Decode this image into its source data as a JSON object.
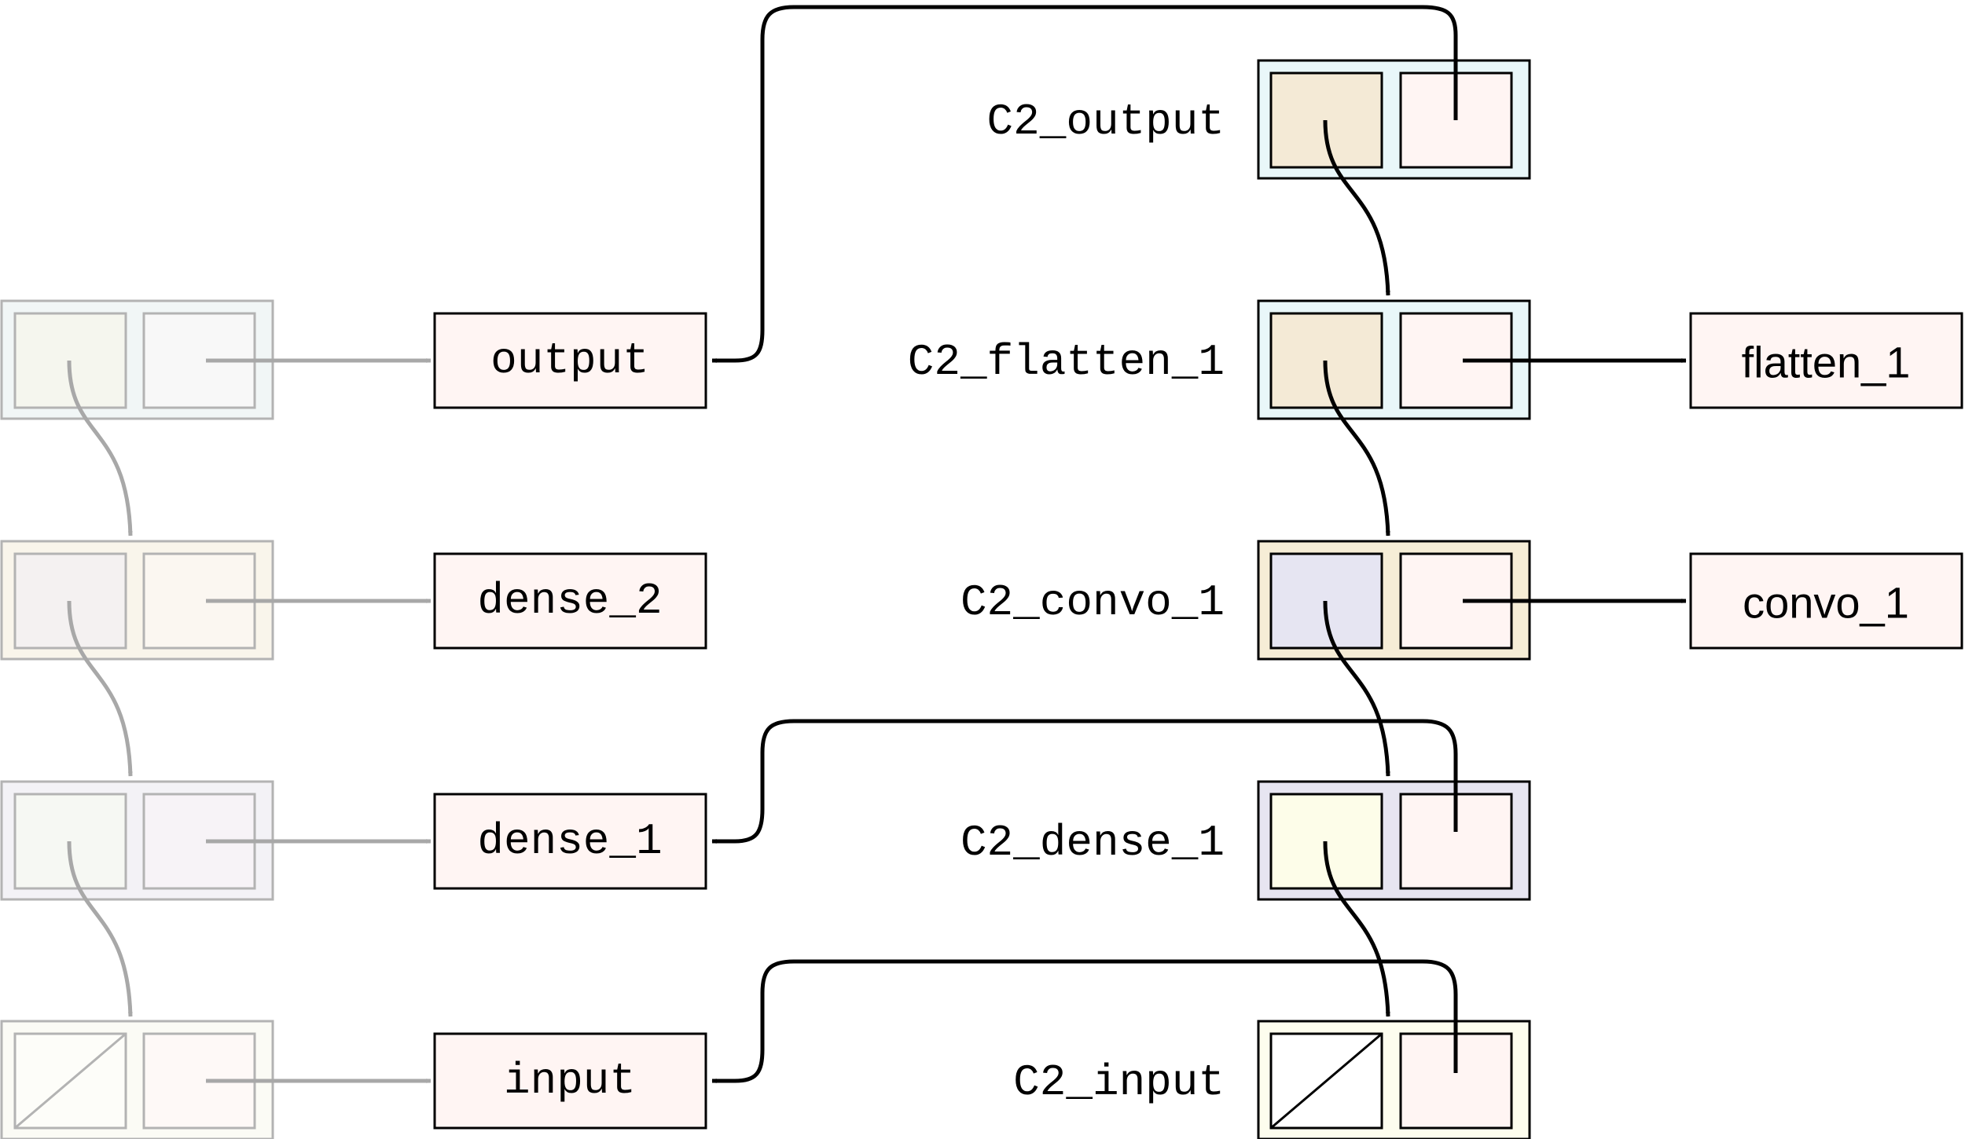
{
  "left_chain": {
    "labels": [
      "output",
      "dense_2",
      "dense_1",
      "input"
    ]
  },
  "right_chain": {
    "cell_labels": [
      "C2_output",
      "C2_flatten_1",
      "C2_convo_1",
      "C2_dense_1",
      "C2_input"
    ],
    "external_labels": [
      "flatten_1",
      "convo_1"
    ]
  },
  "colors": {
    "box_fill": "#fff5f3",
    "stroke": "#000000",
    "faded_stroke": "#b3b3b3",
    "faded_arrow": "#a8a8a8",
    "right_outer_fills": [
      "#e9f7f9",
      "#e9f7f9",
      "#f6edd6",
      "#e7e5f1",
      "#fdfdee"
    ],
    "right_car_fills": [
      "#f4ead6",
      "#f4ead6",
      "#e6e5f2",
      "#fdfde9",
      "none"
    ],
    "left_outer_fills": [
      "#f1f6f6",
      "#f9f5eb",
      "#f3f2f6",
      "#fbfbf5"
    ],
    "left_car_fills": [
      "#f5f6ee",
      "#f4f1f1",
      "#f6f8f3",
      "none"
    ],
    "left_cdr_fills": [
      "#f8f8f8",
      "#fbf7f1",
      "#f7f3f7",
      "#fef9f7"
    ]
  }
}
